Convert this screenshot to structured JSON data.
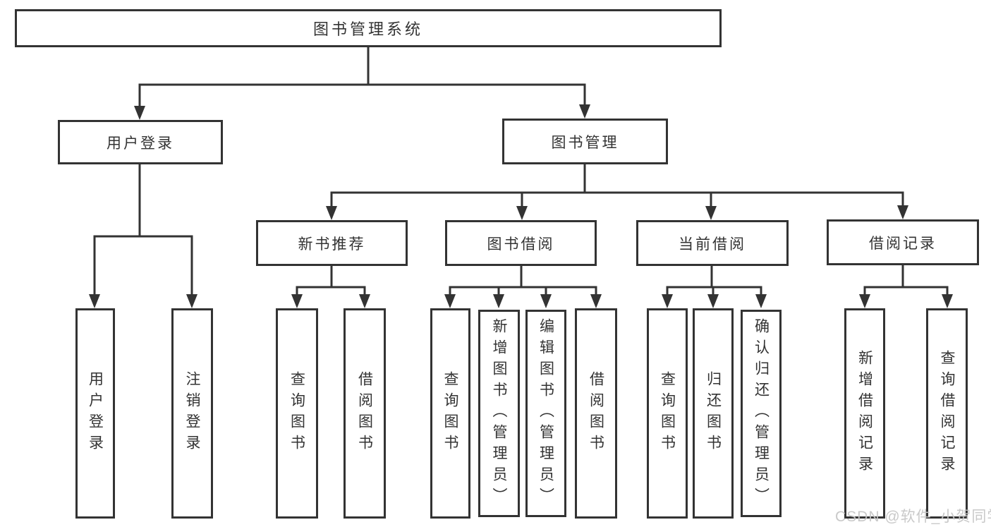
{
  "watermark": "CSDN @软件_小贺同学",
  "colors": {
    "line": "#333333",
    "box_border": "#333333",
    "text": "#333333",
    "watermark": "#c6c6c6",
    "background": "#ffffff"
  },
  "tree": {
    "root": "图书管理系统",
    "children": [
      {
        "label": "用户登录",
        "children": [
          "用户登录",
          "注销登录"
        ]
      },
      {
        "label": "图书管理",
        "children": [
          {
            "label": "新书推荐",
            "children": [
              "查询图书",
              "借阅图书"
            ]
          },
          {
            "label": "图书借阅",
            "children": [
              "查询图书",
              "新增图书（管理员）",
              "编辑图书（管理员）",
              "借阅图书"
            ]
          },
          {
            "label": "当前借阅",
            "children": [
              "查询图书",
              "归还图书",
              "确认归还（管理员）"
            ]
          },
          {
            "label": "借阅记录",
            "children": [
              "新增借阅记录",
              "查询借阅记录"
            ]
          }
        ]
      }
    ]
  }
}
